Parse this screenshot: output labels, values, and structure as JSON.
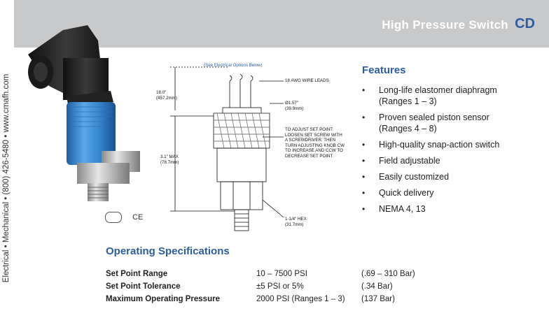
{
  "header": {
    "title": "High Pressure Switch",
    "code": "CD"
  },
  "sidebar": {
    "text": "Electrical • Mechanical • (800) 426-5480 • www.cmafh.com"
  },
  "product": {
    "certifications": "CE"
  },
  "drawing": {
    "see_options": "(See Electrical Options Below)",
    "wire_leads": "18 AWG WIRE LEADS",
    "dim_top": "18.0\"",
    "dim_top_mm": "(457.2mm)",
    "dim_dia": "Ø1.57\"",
    "dim_dia_mm": "(39.9mm)",
    "dim_max": "3.1\" MAX",
    "dim_max_mm": "(78.7mm)",
    "adjust_note": [
      "TO ADJUST SET POINT:",
      "LOOSEN SET SCREW WITH",
      "A SCREWDRIVER. THEN",
      "TURN ADJUSTING KNOB CW",
      "TO INCREASE AND CCW TO",
      "DECREASE SET POINT"
    ],
    "hex": "1-1/4\" HEX",
    "hex_mm": "(31.7mm)"
  },
  "features": {
    "title": "Features",
    "items": [
      [
        "Long-life elastomer diaphragm",
        "(Ranges 1 – 3)"
      ],
      [
        "Proven sealed piston sensor",
        "(Ranges 4 – 8)"
      ],
      [
        "High-quality snap-action switch"
      ],
      [
        "Field adjustable"
      ],
      [
        "Easily customized"
      ],
      [
        "Quick delivery"
      ],
      [
        "NEMA 4, 13"
      ]
    ]
  },
  "operating": {
    "title": "Operating Specifications",
    "rows": [
      {
        "label": "Set Point Range",
        "value": "10 – 7500 PSI",
        "metric": "(.69 – 310 Bar)"
      },
      {
        "label": "Set Point Tolerance",
        "value": "±5 PSI or 5%",
        "metric": "(.34 Bar)"
      },
      {
        "label": "Maximum Operating Pressure",
        "value": "2000 PSI (Ranges 1 – 3)",
        "metric": "(137 Bar)"
      }
    ]
  },
  "colors": {
    "accent": "#2c5da0",
    "header_bg": "#c8c9cb",
    "body_blue": "#3f8fd2"
  }
}
